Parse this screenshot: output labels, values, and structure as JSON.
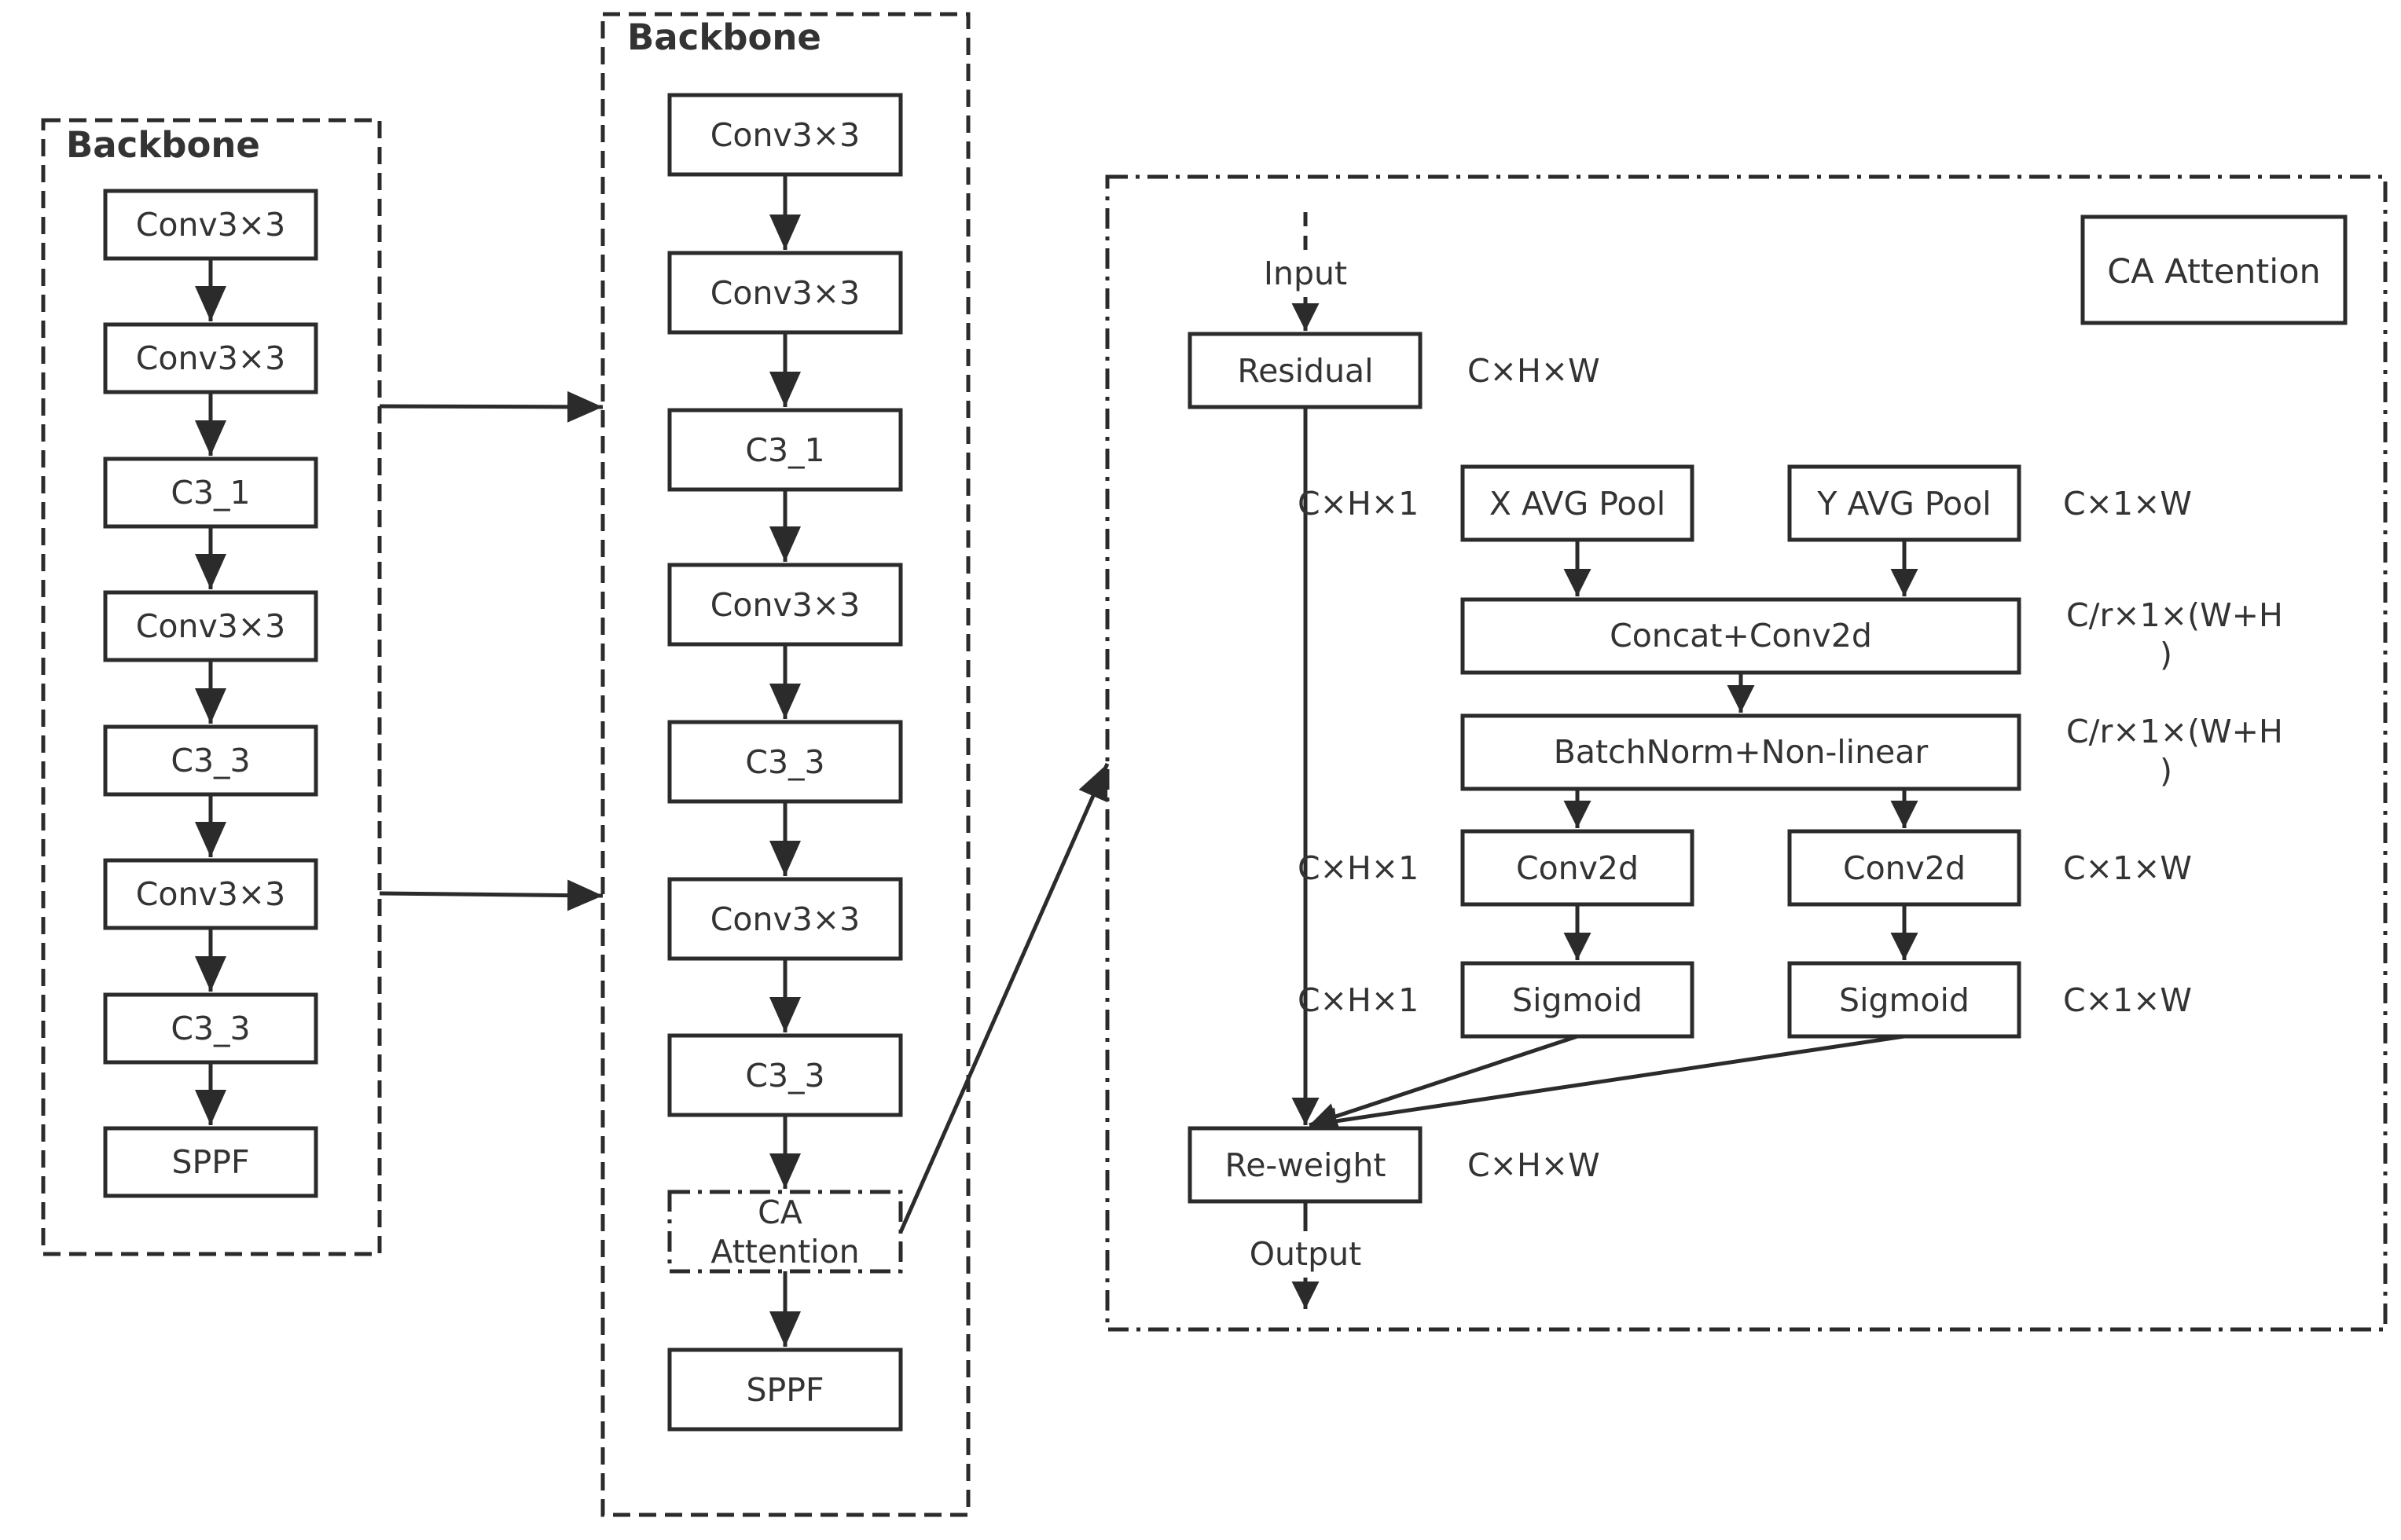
{
  "left_backbone": {
    "title": "Backbone",
    "blocks": [
      "Conv3×3",
      "Conv3×3",
      "C3_1",
      "Conv3×3",
      "C3_3",
      "Conv3×3",
      "C3_3",
      "SPPF"
    ]
  },
  "mid_backbone": {
    "title": "Backbone",
    "blocks": [
      "Conv3×3",
      "Conv3×3",
      "C3_1",
      "Conv3×3",
      "C3_3",
      "Conv3×3",
      "C3_3",
      "CA\nAttention",
      "SPPF"
    ]
  },
  "ca_panel": {
    "title": "CA Attention",
    "input": "Input",
    "output": "Output",
    "residual": "Residual",
    "reweight": "Re-weight",
    "x_pool": "X AVG Pool",
    "y_pool": "Y AVG Pool",
    "concat": "Concat+Conv2d",
    "batchnorm": "BatchNorm+Non-linear",
    "conv_left": "Conv2d",
    "conv_right": "Conv2d",
    "sig_left": "Sigmoid",
    "sig_right": "Sigmoid",
    "dims": {
      "residual": "C×H×W",
      "left_pool": "C×H×1",
      "right_pool": "C×1×W",
      "concat": "C/r×1×(W+H\n)",
      "batchnorm": "C/r×1×(W+H\n)",
      "left_conv": "C×H×1",
      "right_conv": "C×1×W",
      "left_sig": "C×H×1",
      "right_sig": "C×1×W",
      "reweight": "C×H×W"
    }
  }
}
